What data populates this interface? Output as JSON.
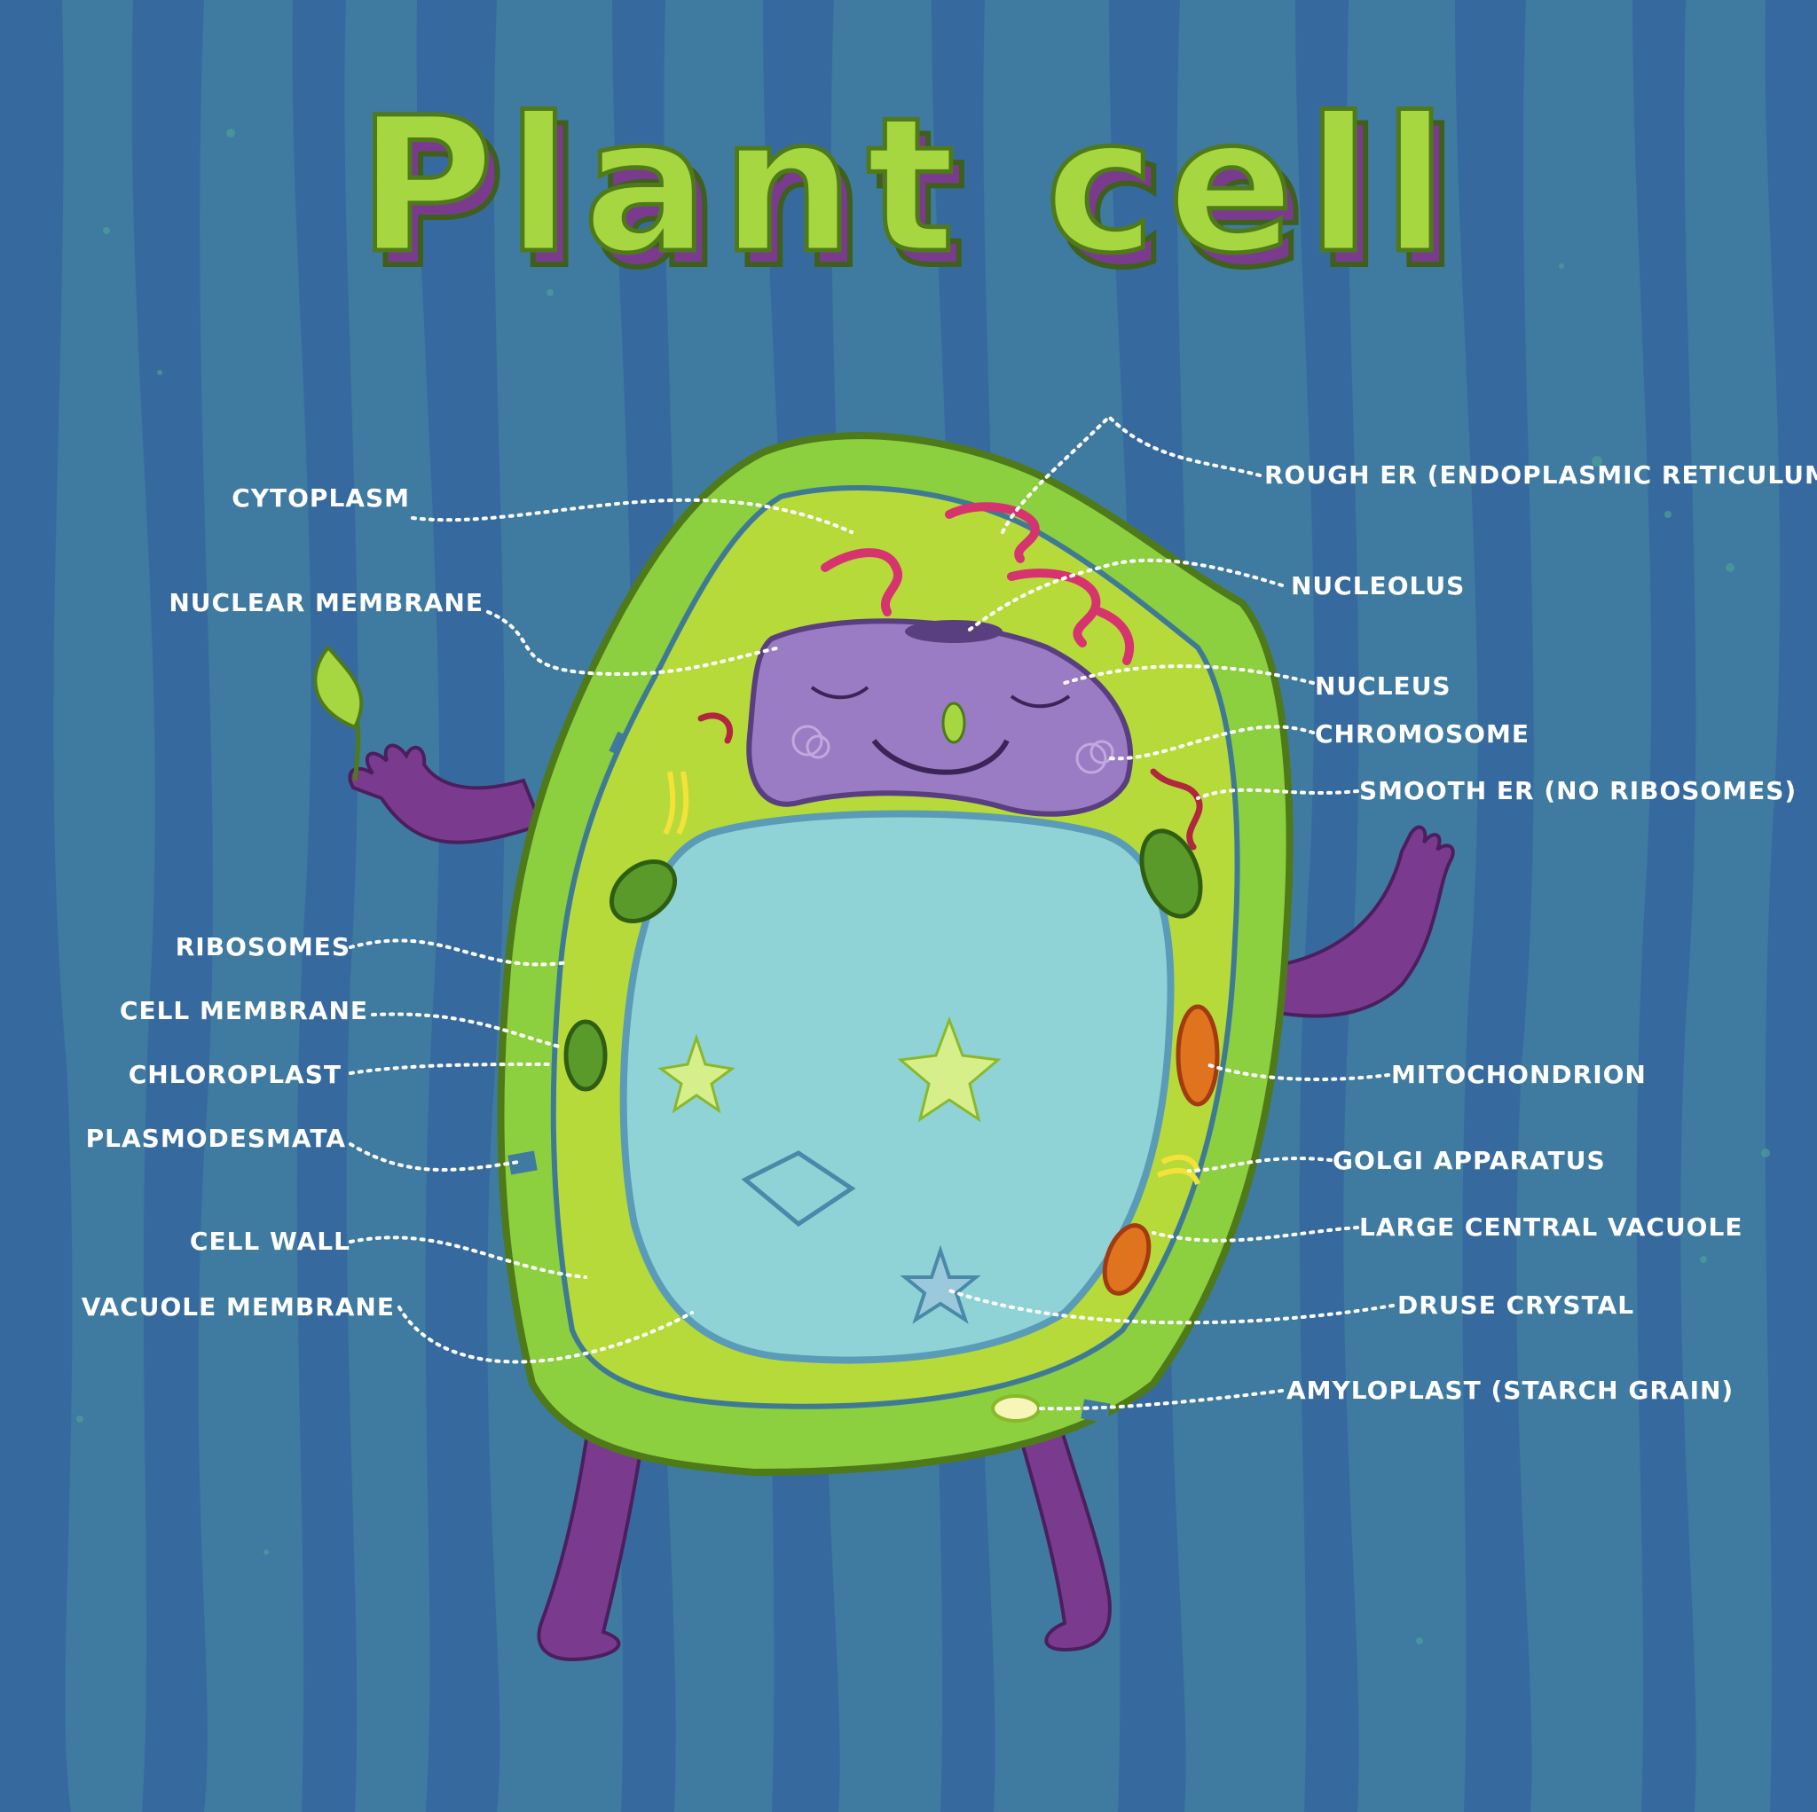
{
  "title": "Plant cell",
  "colors": {
    "background": "#3f7aa1",
    "stripe": "#35679f",
    "cell_green": "#a6d640",
    "cell_wall": "#8ccf3f",
    "outline": "#4e7a1a",
    "nucleus": "#9a7cc4",
    "vacuole": "#8fd3d6",
    "limbs": "#7a3b8f",
    "title_fill": "#a6d640",
    "title_shadow": "#7a3b8f",
    "label_text": "#ffffff"
  },
  "labels": {
    "cytoplasm": "CYTOPLASM",
    "nuclear_membrane": "NUCLEAR MEMBRANE",
    "ribosomes": "RIBOSOMES",
    "cell_membrane": "CELL MEMBRANE",
    "chloroplast": "CHLOROPLAST",
    "plasmodesmata": "PLASMODESMATA",
    "cell_wall": "CELL WALL",
    "vacuole_membrane": "VACUOLE MEMBRANE",
    "rough_er": "ROUGH ER (ENDOPLASMIC RETICULUM)",
    "nucleolus": "NUCLEOLUS",
    "nucleus": "NUCLEUS",
    "chromosome": "CHROMOSOME",
    "smooth_er": "SMOOTH ER (NO RIBOSOMES)",
    "mitochondrion": "MITOCHONDRION",
    "golgi_apparatus": "GOLGI APPARATUS",
    "large_central_vacuole": "LARGE CENTRAL VACUOLE",
    "druse_crystal": "DRUSE CRYSTAL",
    "amyloplast": "AMYLOPLAST (STARCH GRAIN)"
  }
}
